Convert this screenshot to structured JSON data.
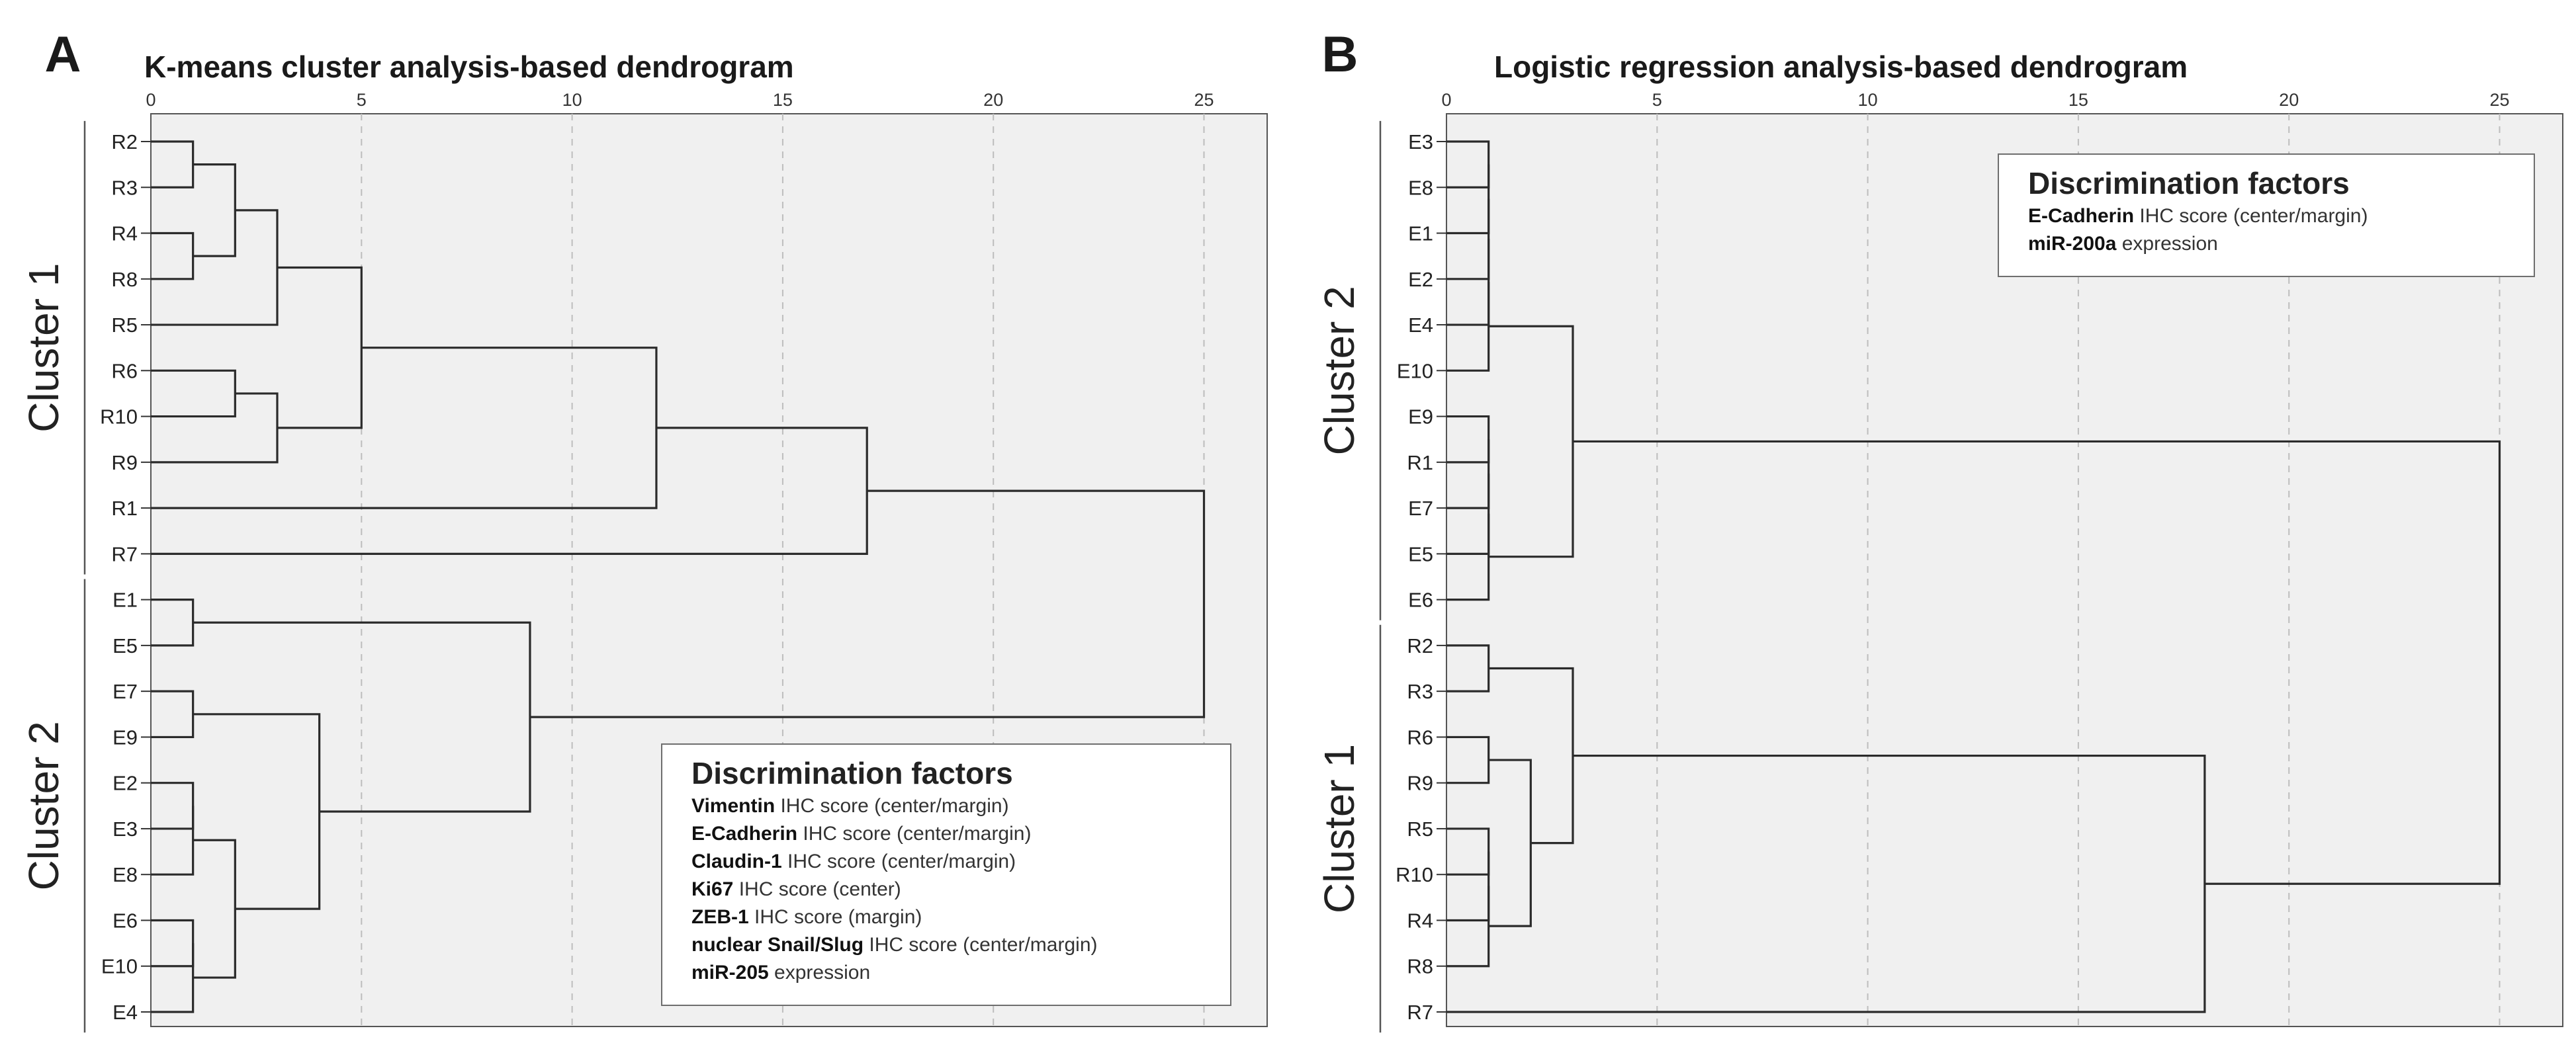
{
  "chart_data": [
    {
      "type": "dendrogram",
      "panel_letter": "A",
      "title": "K-means cluster analysis-based dendrogram",
      "axis_ticks": [
        0,
        5,
        10,
        15,
        20,
        25
      ],
      "xlim": [
        0,
        26.5
      ],
      "grid": true,
      "axis_position": "top",
      "leaves": [
        "R2",
        "R3",
        "R4",
        "R8",
        "R5",
        "R6",
        "R10",
        "R9",
        "R1",
        "R7",
        "E1",
        "E5",
        "E7",
        "E9",
        "E2",
        "E3",
        "E8",
        "E6",
        "E10",
        "E4"
      ],
      "merges": [
        {
          "a": "R2",
          "b": "R3",
          "height": 1
        },
        {
          "a": "R4",
          "b": "R8",
          "height": 1
        },
        {
          "a": "R2",
          "b": "R4",
          "height": 2
        },
        {
          "a": "R2",
          "b": "R5",
          "height": 3
        },
        {
          "a": "R6",
          "b": "R10",
          "height": 2
        },
        {
          "a": "R6",
          "b": "R9",
          "height": 3
        },
        {
          "a": "R2",
          "b": "R6",
          "height": 5
        },
        {
          "a": "R2",
          "b": "R1",
          "height": 12
        },
        {
          "a": "R2",
          "b": "R7",
          "height": 17
        },
        {
          "a": "E1",
          "b": "E5",
          "height": 1
        },
        {
          "a": "E7",
          "b": "E9",
          "height": 1
        },
        {
          "a": "E2",
          "b": "E3",
          "height": 1
        },
        {
          "a": "E6",
          "b": "E10",
          "height": 1
        },
        {
          "a": "E6",
          "b": "E4",
          "height": 1
        },
        {
          "a": "E2",
          "b": "E8",
          "height": 1
        },
        {
          "a": "E2",
          "b": "E6",
          "height": 2
        },
        {
          "a": "E7",
          "b": "E2",
          "height": 4
        },
        {
          "a": "E1",
          "b": "E7",
          "height": 9
        },
        {
          "a": "R2",
          "b": "E1",
          "height": 25
        }
      ],
      "clusters": [
        {
          "label": "Cluster 1",
          "from": "R2",
          "to": "R7"
        },
        {
          "label": "Cluster 2",
          "from": "E1",
          "to": "E4"
        }
      ],
      "legend": {
        "title": "Discrimination factors",
        "placement": "bottom-right",
        "lines": [
          {
            "bold": "Vimentin",
            "rest": " IHC score (center/margin)"
          },
          {
            "bold": "E-Cadherin",
            "rest": " IHC score (center/margin)"
          },
          {
            "bold": "Claudin-1",
            "rest": " IHC score (center/margin)"
          },
          {
            "bold": "Ki67",
            "rest": " IHC score (center)"
          },
          {
            "bold": "ZEB-1",
            "rest": " IHC score (margin)"
          },
          {
            "bold": "nuclear Snail/Slug",
            "rest": " IHC score (center/margin)"
          },
          {
            "bold": "miR-205",
            "rest": " expression"
          }
        ]
      }
    },
    {
      "type": "dendrogram",
      "panel_letter": "B",
      "title": "Logistic regression analysis-based dendrogram",
      "axis_ticks": [
        0,
        5,
        10,
        15,
        20,
        25
      ],
      "xlim": [
        0,
        26.5
      ],
      "grid": true,
      "axis_position": "top",
      "leaves": [
        "E3",
        "E8",
        "E1",
        "E2",
        "E4",
        "E10",
        "E9",
        "R1",
        "E7",
        "E5",
        "E6",
        "R2",
        "R3",
        "R6",
        "R9",
        "R5",
        "R10",
        "R4",
        "R8",
        "R7"
      ],
      "merges": [
        {
          "a": "E3",
          "b": "E8",
          "height": 1
        },
        {
          "a": "E3",
          "b": "E1",
          "height": 1
        },
        {
          "a": "E3",
          "b": "E2",
          "height": 1
        },
        {
          "a": "E3",
          "b": "E4",
          "height": 1
        },
        {
          "a": "E3",
          "b": "E10",
          "height": 1
        },
        {
          "a": "E9",
          "b": "R1",
          "height": 1
        },
        {
          "a": "E9",
          "b": "E7",
          "height": 1
        },
        {
          "a": "E9",
          "b": "E5",
          "height": 1
        },
        {
          "a": "E9",
          "b": "E6",
          "height": 1
        },
        {
          "a": "E3",
          "b": "E9",
          "height": 3
        },
        {
          "a": "R2",
          "b": "R3",
          "height": 1
        },
        {
          "a": "R6",
          "b": "R9",
          "height": 1
        },
        {
          "a": "R5",
          "b": "R10",
          "height": 1
        },
        {
          "a": "R5",
          "b": "R4",
          "height": 1
        },
        {
          "a": "R5",
          "b": "R8",
          "height": 1
        },
        {
          "a": "R6",
          "b": "R5",
          "height": 2
        },
        {
          "a": "R2",
          "b": "R6",
          "height": 3
        },
        {
          "a": "R2",
          "b": "R7",
          "height": 18
        },
        {
          "a": "E3",
          "b": "R2",
          "height": 25
        }
      ],
      "clusters": [
        {
          "label": "Cluster 2",
          "from": "E3",
          "to": "E6"
        },
        {
          "label": "Cluster 1",
          "from": "R2",
          "to": "R7"
        }
      ],
      "legend": {
        "title": "Discrimination factors",
        "placement": "top-right",
        "lines": [
          {
            "bold": "E-Cadherin",
            "rest": " IHC score (center/margin)"
          },
          {
            "bold": "miR-200a",
            "rest": " expression"
          }
        ]
      }
    }
  ]
}
